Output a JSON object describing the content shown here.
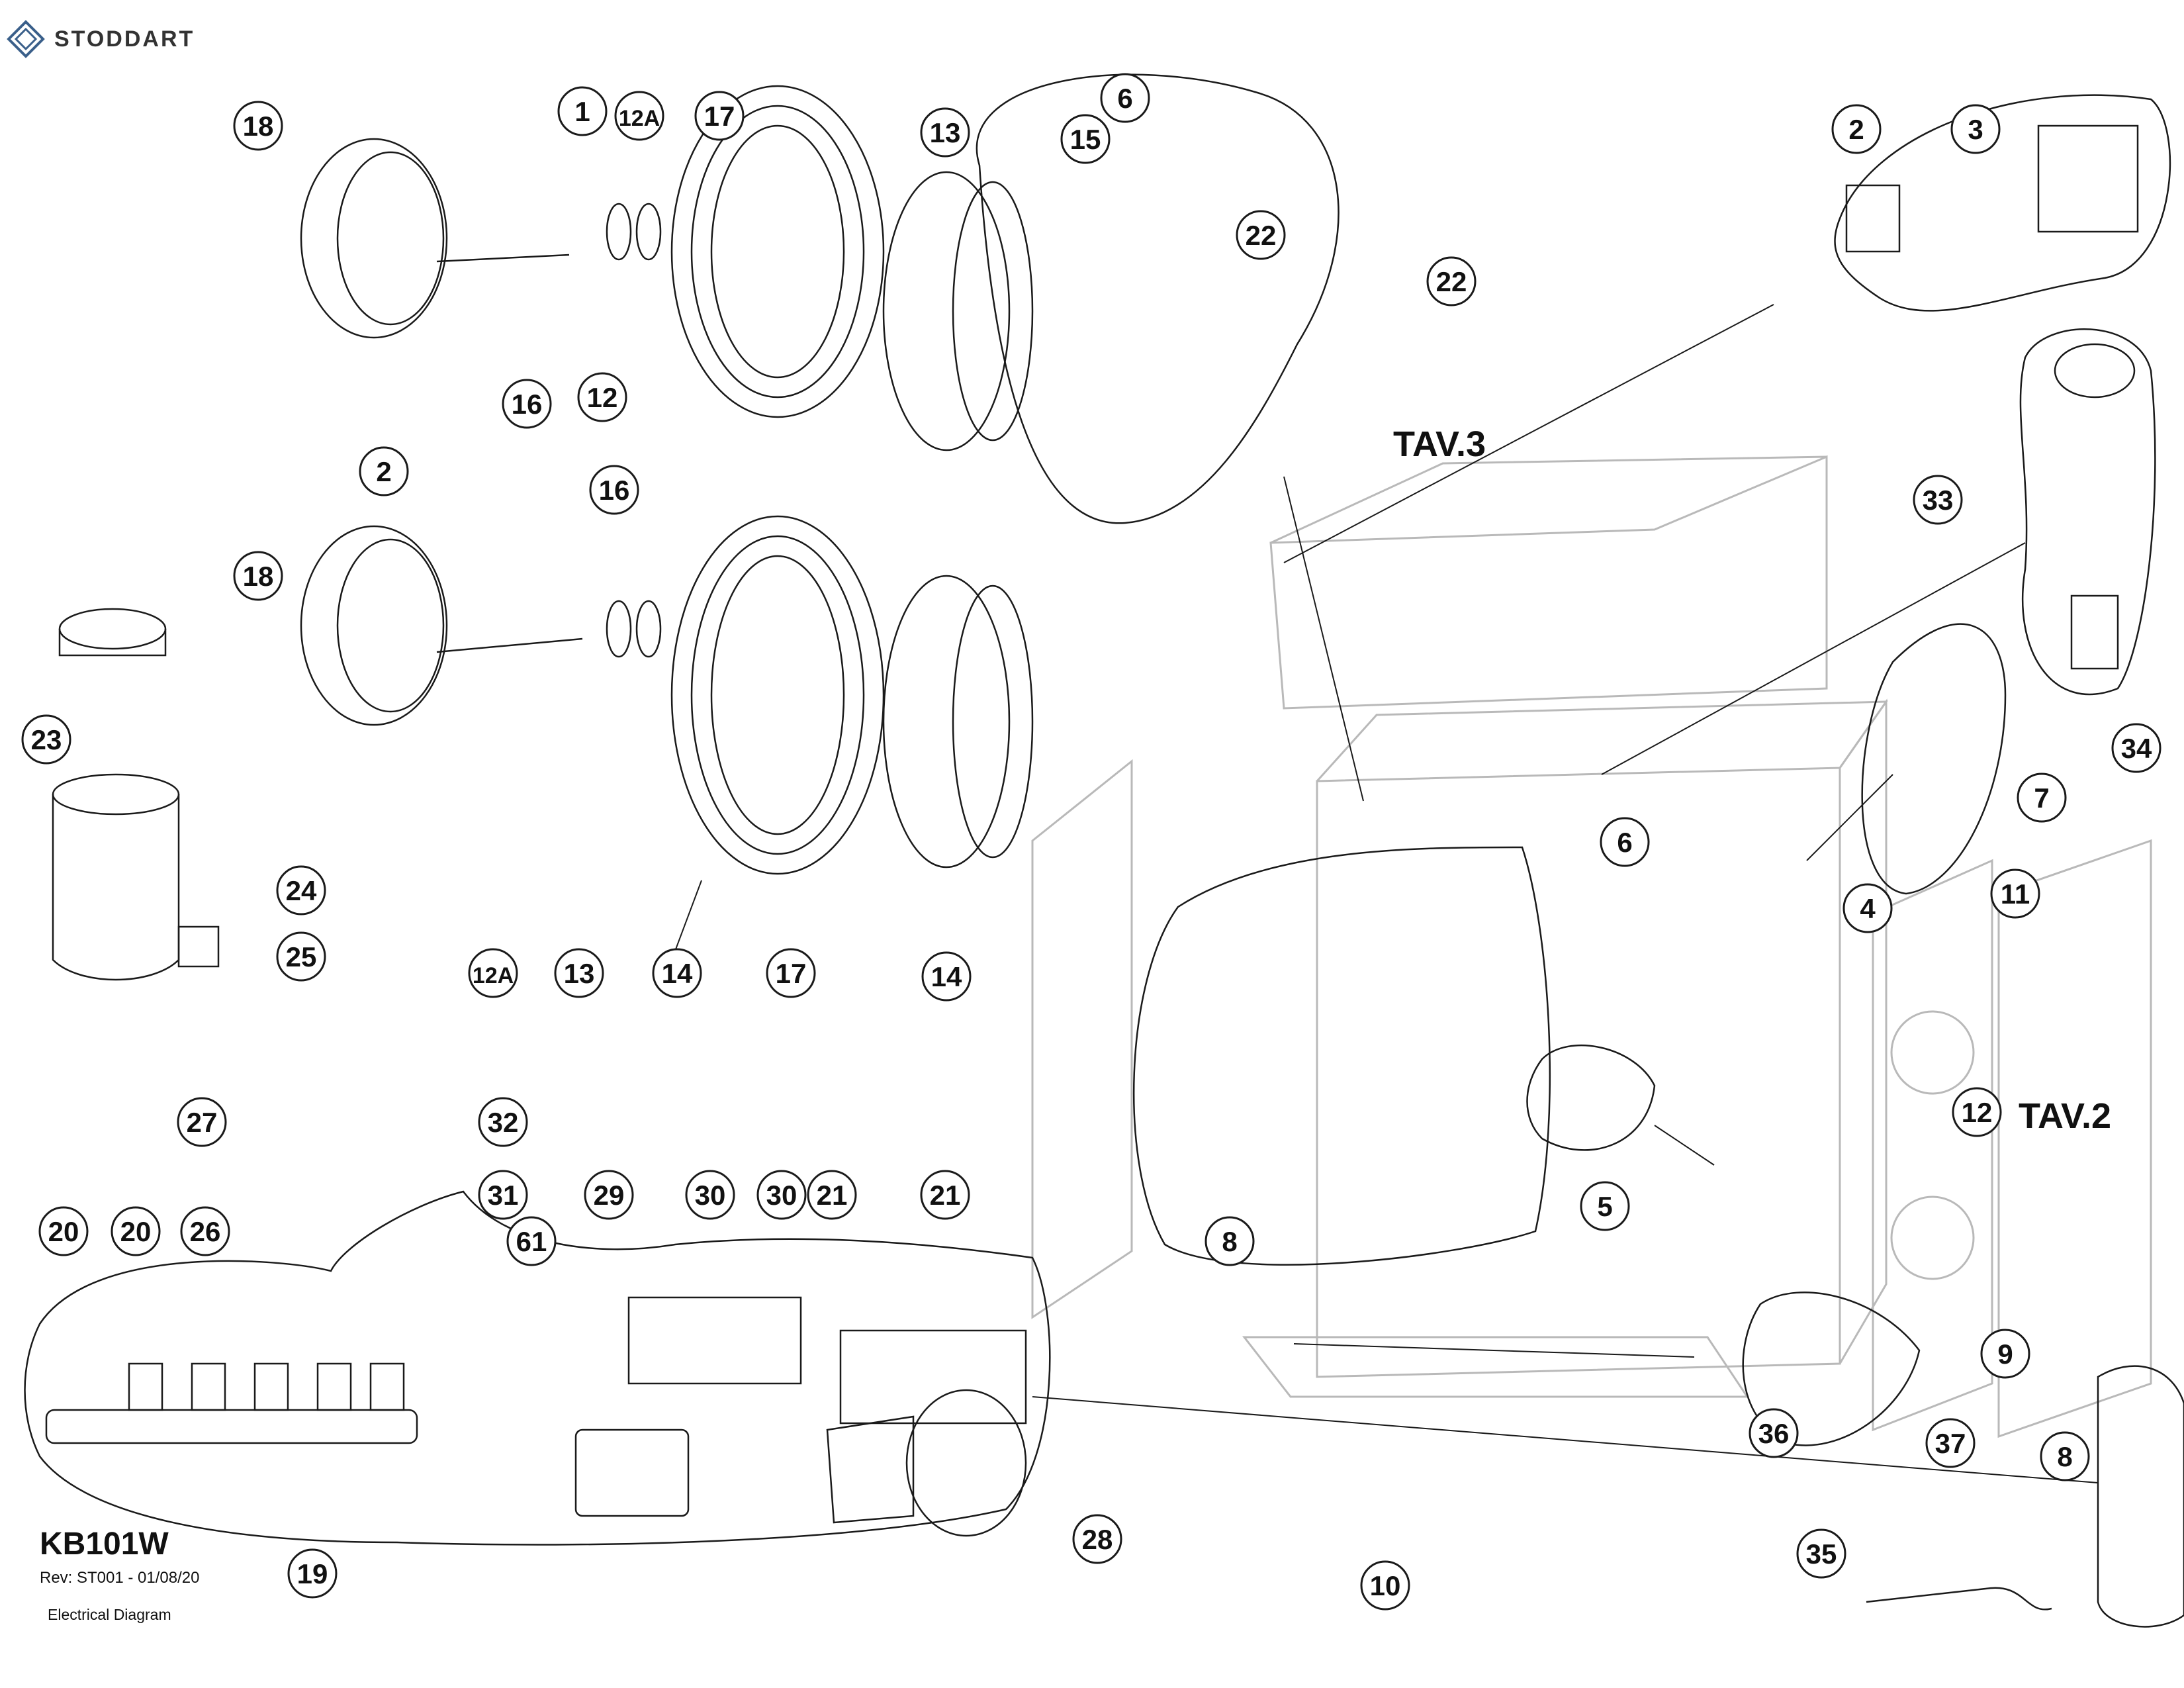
{
  "header": {
    "brand": "STODDART",
    "model": "KB101W",
    "revision": "Rev: ST001 - 01/08/20",
    "doc_type": "Electrical Diagram"
  },
  "sheet_refs": {
    "tav3": "TAV.3",
    "tav2": "TAV.2"
  },
  "callouts": [
    "1",
    "2",
    "2",
    "3",
    "4",
    "5",
    "6",
    "6",
    "7",
    "8",
    "8",
    "9",
    "10",
    "11",
    "12",
    "12",
    "12A",
    "12A",
    "13",
    "13",
    "14",
    "14",
    "15",
    "16",
    "16",
    "17",
    "17",
    "18",
    "18",
    "19",
    "20",
    "20",
    "21",
    "21",
    "22",
    "22",
    "23",
    "24",
    "25",
    "26",
    "27",
    "28",
    "29",
    "30",
    "30",
    "31",
    "32",
    "33",
    "34",
    "35",
    "36",
    "37",
    "61"
  ],
  "icons": {
    "logo": "stoddart-diamond-logo"
  },
  "colors": {
    "line": "#1a1a1a",
    "ghost": "#b9b9b9",
    "bubble_fill": "#ffffff"
  }
}
